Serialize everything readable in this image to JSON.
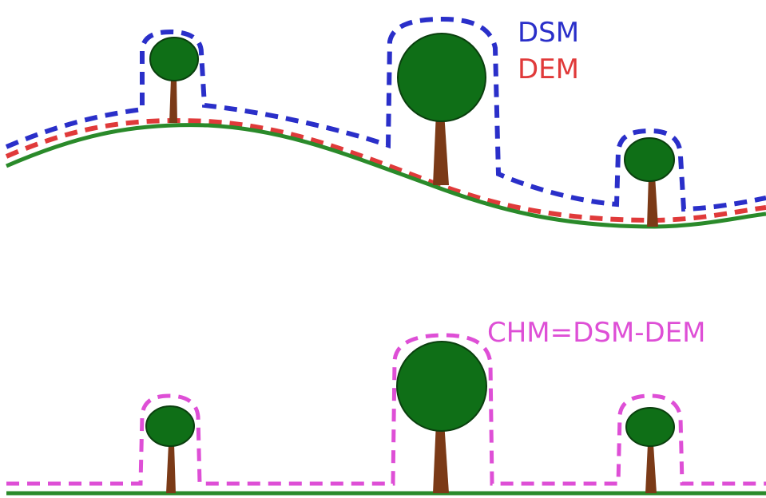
{
  "labels": {
    "dsm": "DSM",
    "dem": "DEM",
    "chm": "CHM=DSM-DEM"
  },
  "colors": {
    "dsm": "#2a2fc9",
    "dem": "#e03a3a",
    "chm": "#de4fd6",
    "ground": "#2a8a2a",
    "canopy": "#0f6f17",
    "canopy_outline": "#0a3f0e",
    "trunk": "#7b3a17"
  }
}
